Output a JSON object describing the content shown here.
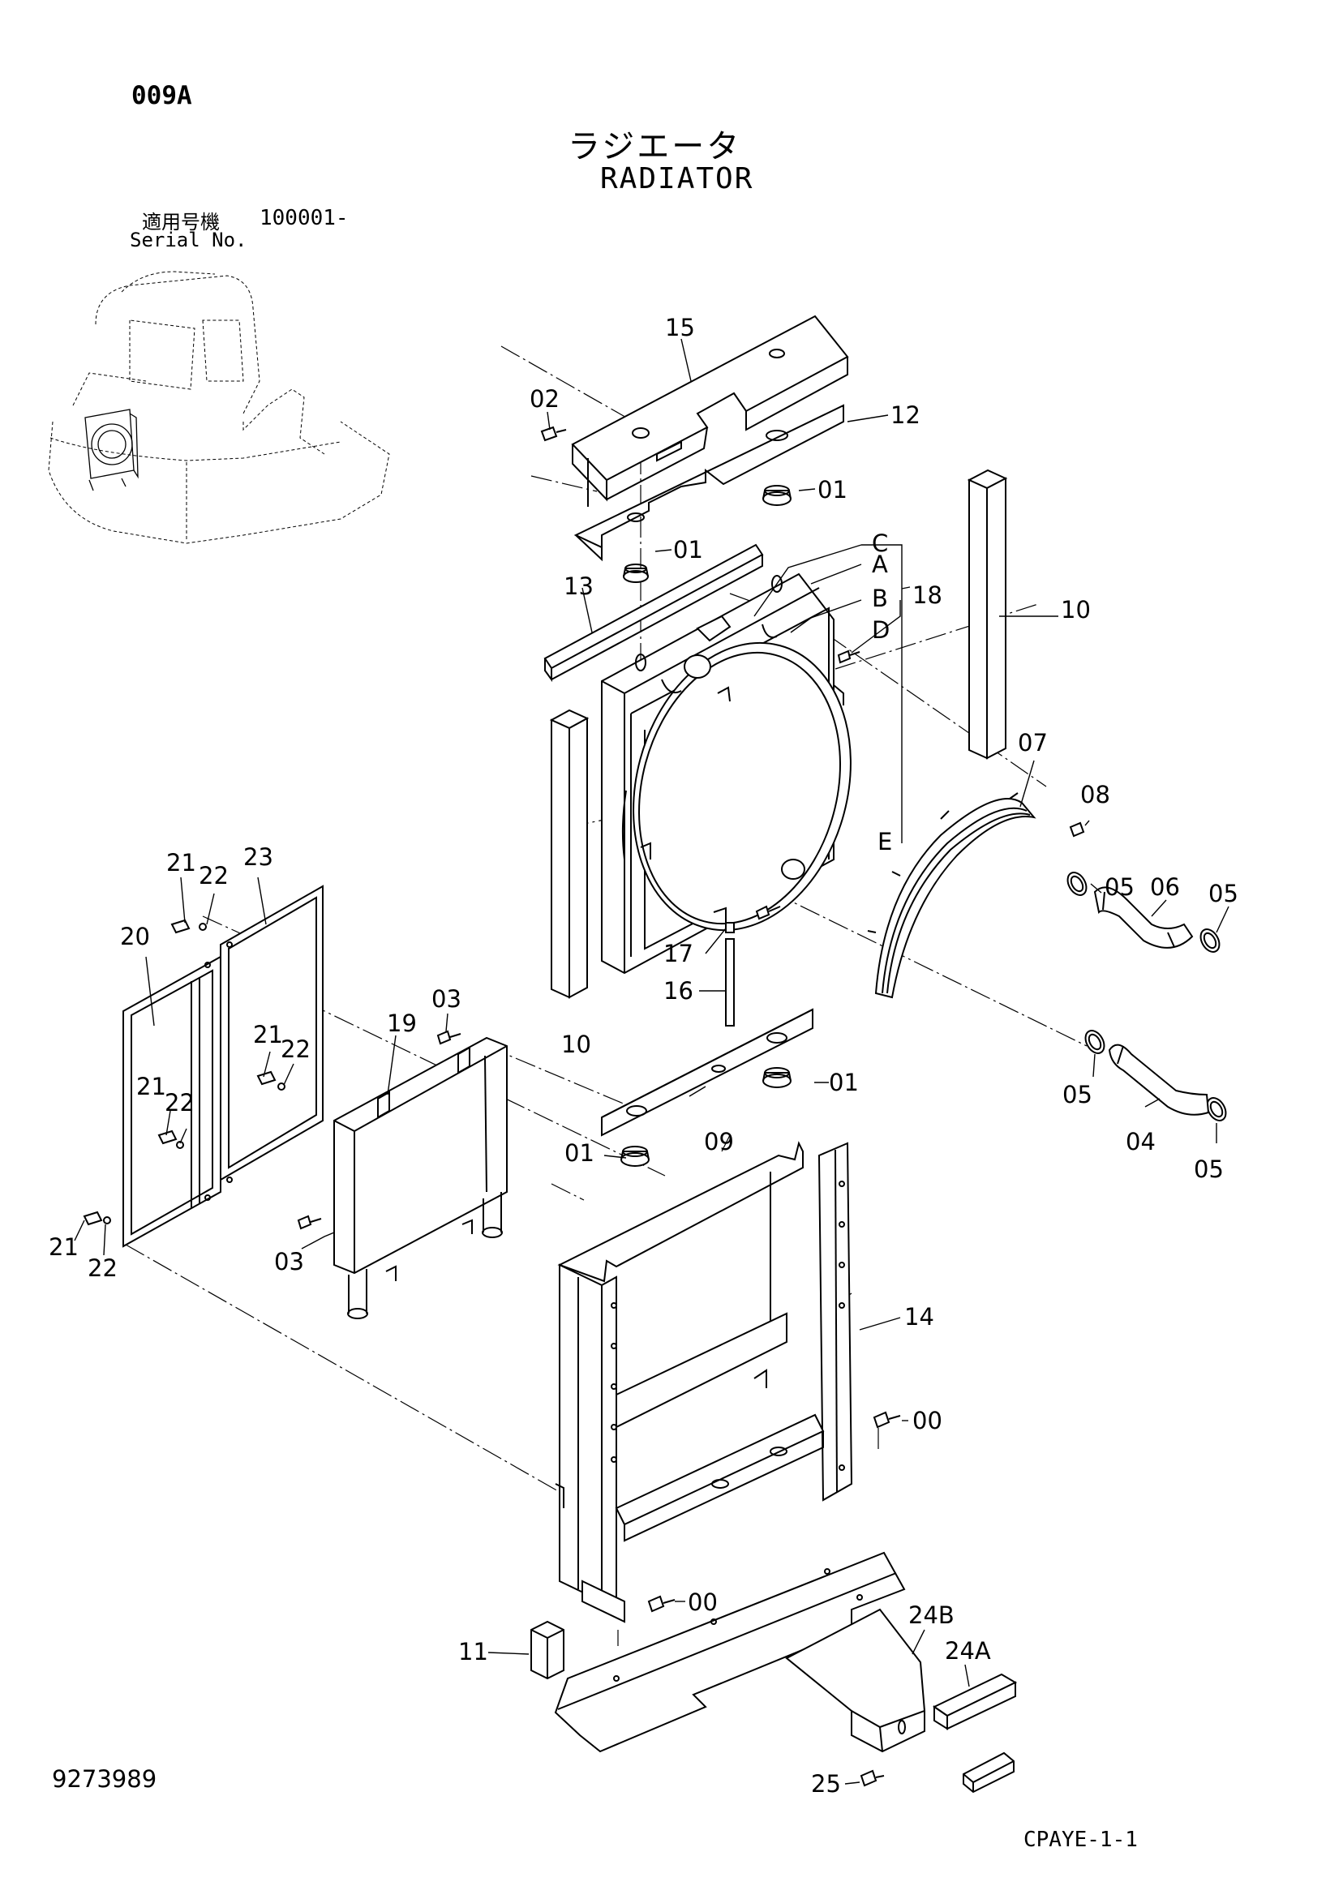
{
  "header": {
    "page_code": "009A",
    "title_jp": "ラジエータ",
    "title_en": "RADIATOR",
    "serial_label_jp": "適用号機",
    "serial_value": "100001-",
    "serial_label_en": "Serial No."
  },
  "footer": {
    "doc_number": "9273989",
    "page_ref": "CPAYE-1-1"
  },
  "callouts": {
    "c15": "15",
    "c02": "02",
    "c12": "12",
    "c01_top": "01",
    "c01_mid": "01",
    "c01_right": "01",
    "c01_low": "01",
    "c13": "13",
    "cC": "C",
    "cA": "A",
    "cB": "B",
    "c18": "18",
    "cD": "D",
    "cE": "E",
    "c10_right": "10",
    "c10_left": "10",
    "c07": "07",
    "c08": "08",
    "c05_a": "05",
    "c06": "06",
    "c05_b": "05",
    "c05_c": "05",
    "c04": "04",
    "c05_d": "05",
    "c17": "17",
    "c16": "16",
    "c09": "09",
    "c21_a": "21",
    "c22_a": "22",
    "c23": "23",
    "c20": "20",
    "c21_b": "21",
    "c22_b": "22",
    "c21_c": "21",
    "c22_c": "22",
    "c21_d": "21",
    "c22_d": "22",
    "c19": "19",
    "c03_a": "03",
    "c03_b": "03",
    "c14": "14",
    "c00_a": "00",
    "c00_b": "00",
    "c11": "11",
    "c24B": "24B",
    "c24A": "24A",
    "c25": "25"
  }
}
